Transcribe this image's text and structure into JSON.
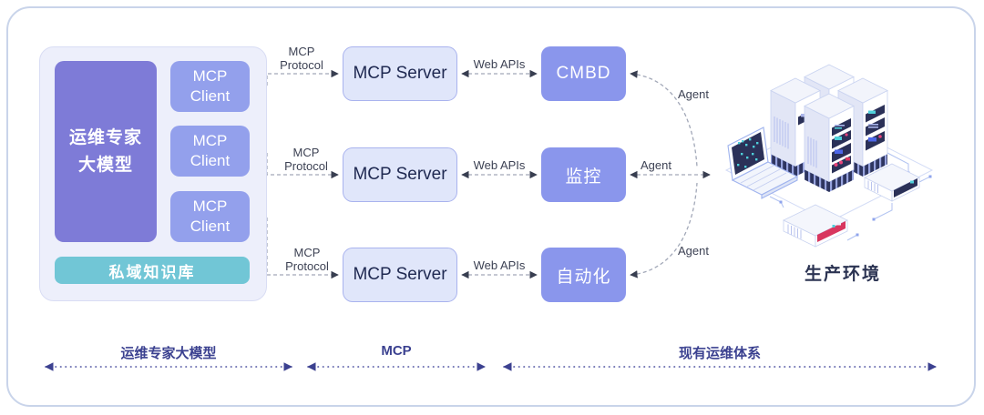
{
  "diagram": {
    "left_panel": {
      "model": {
        "line1": "运维专家",
        "line2": "大模型"
      },
      "clients": [
        {
          "line1": "MCP",
          "line2": "Client"
        },
        {
          "line1": "MCP",
          "line2": "Client"
        },
        {
          "line1": "MCP",
          "line2": "Client"
        }
      ],
      "knowledge_base": "私域知识库"
    },
    "servers": [
      "MCP Server",
      "MCP Server",
      "MCP Server"
    ],
    "systems": [
      "CMBD",
      "监控",
      "自动化"
    ],
    "connection_labels": {
      "mcp_protocol": {
        "line1": "MCP",
        "line2": "Protocol"
      },
      "web_apis": "Web APIs",
      "agent": "Agent"
    },
    "production": {
      "caption": "生产环境"
    },
    "footer": {
      "sections": [
        "运维专家大模型",
        "MCP",
        "现有运维体系"
      ]
    },
    "colors": {
      "model_purple": "#7e7bd7",
      "client_blue": "#93a0ec",
      "system_blue": "#8a96ec",
      "knowledge_teal": "#71c6d6",
      "server_fill": "#e0e6fa",
      "server_border": "#a9b3ee",
      "panel_bg": "#edeffb",
      "connector_gray": "#a2a8b8",
      "footer_indigo": "#3b4190",
      "illustration_navy": "#2b3158",
      "accent_pink": "#e8437a",
      "accent_teal": "#4fd0da"
    }
  }
}
